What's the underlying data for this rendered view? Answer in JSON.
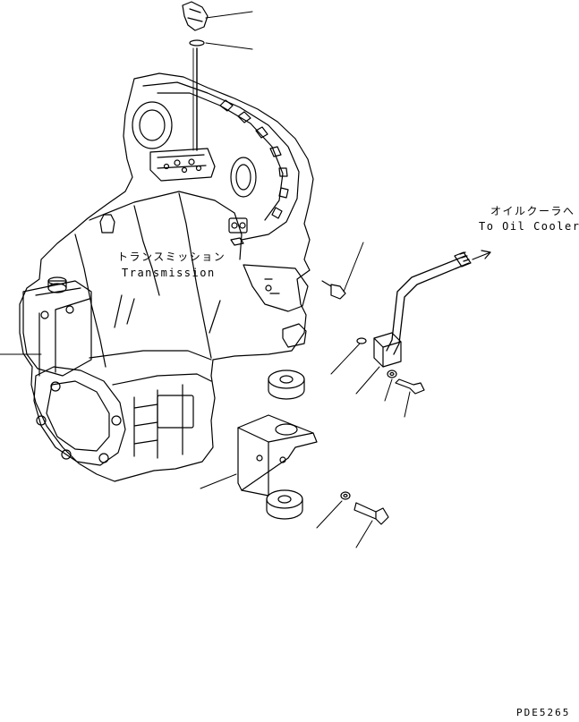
{
  "transmission_label": {
    "jp": "トランスミッション",
    "en": "Transmission"
  },
  "oil_cooler_label": {
    "jp": "オイルクーラへ",
    "en": "To Oil Cooler"
  },
  "drawing_code": "PDE5265"
}
